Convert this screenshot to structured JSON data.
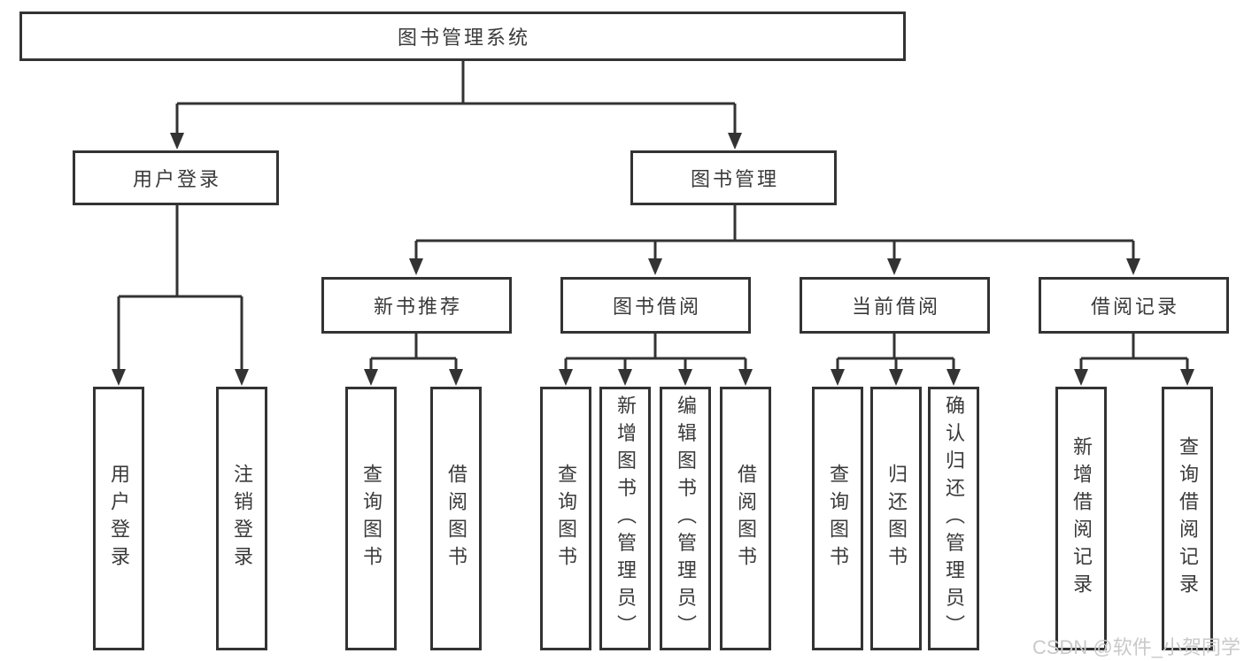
{
  "diagram": {
    "type": "hierarchy-tree",
    "colors": {
      "line": "#333333",
      "border": "#333333",
      "text": "#3a3a3a",
      "background": "#ffffff",
      "watermark": "#c9c9c9"
    },
    "tree": {
      "label": "图书管理系统",
      "children": [
        {
          "label": "用户登录",
          "children": [
            {
              "label": "用户登录"
            },
            {
              "label": "注销登录"
            }
          ]
        },
        {
          "label": "图书管理",
          "children": [
            {
              "label": "新书推荐",
              "children": [
                {
                  "label": "查询图书"
                },
                {
                  "label": "借阅图书"
                }
              ]
            },
            {
              "label": "图书借阅",
              "children": [
                {
                  "label": "查询图书"
                },
                {
                  "label": "新增图书（管理员）"
                },
                {
                  "label": "编辑图书（管理员）"
                },
                {
                  "label": "借阅图书"
                }
              ]
            },
            {
              "label": "当前借阅",
              "children": [
                {
                  "label": "查询图书"
                },
                {
                  "label": "归还图书"
                },
                {
                  "label": "确认归还（管理员）"
                }
              ]
            },
            {
              "label": "借阅记录",
              "children": [
                {
                  "label": "新增借阅记录"
                },
                {
                  "label": "查询借阅记录"
                }
              ]
            }
          ]
        }
      ]
    },
    "watermark": {
      "text": "CSDN @软件_小贺同学"
    }
  }
}
